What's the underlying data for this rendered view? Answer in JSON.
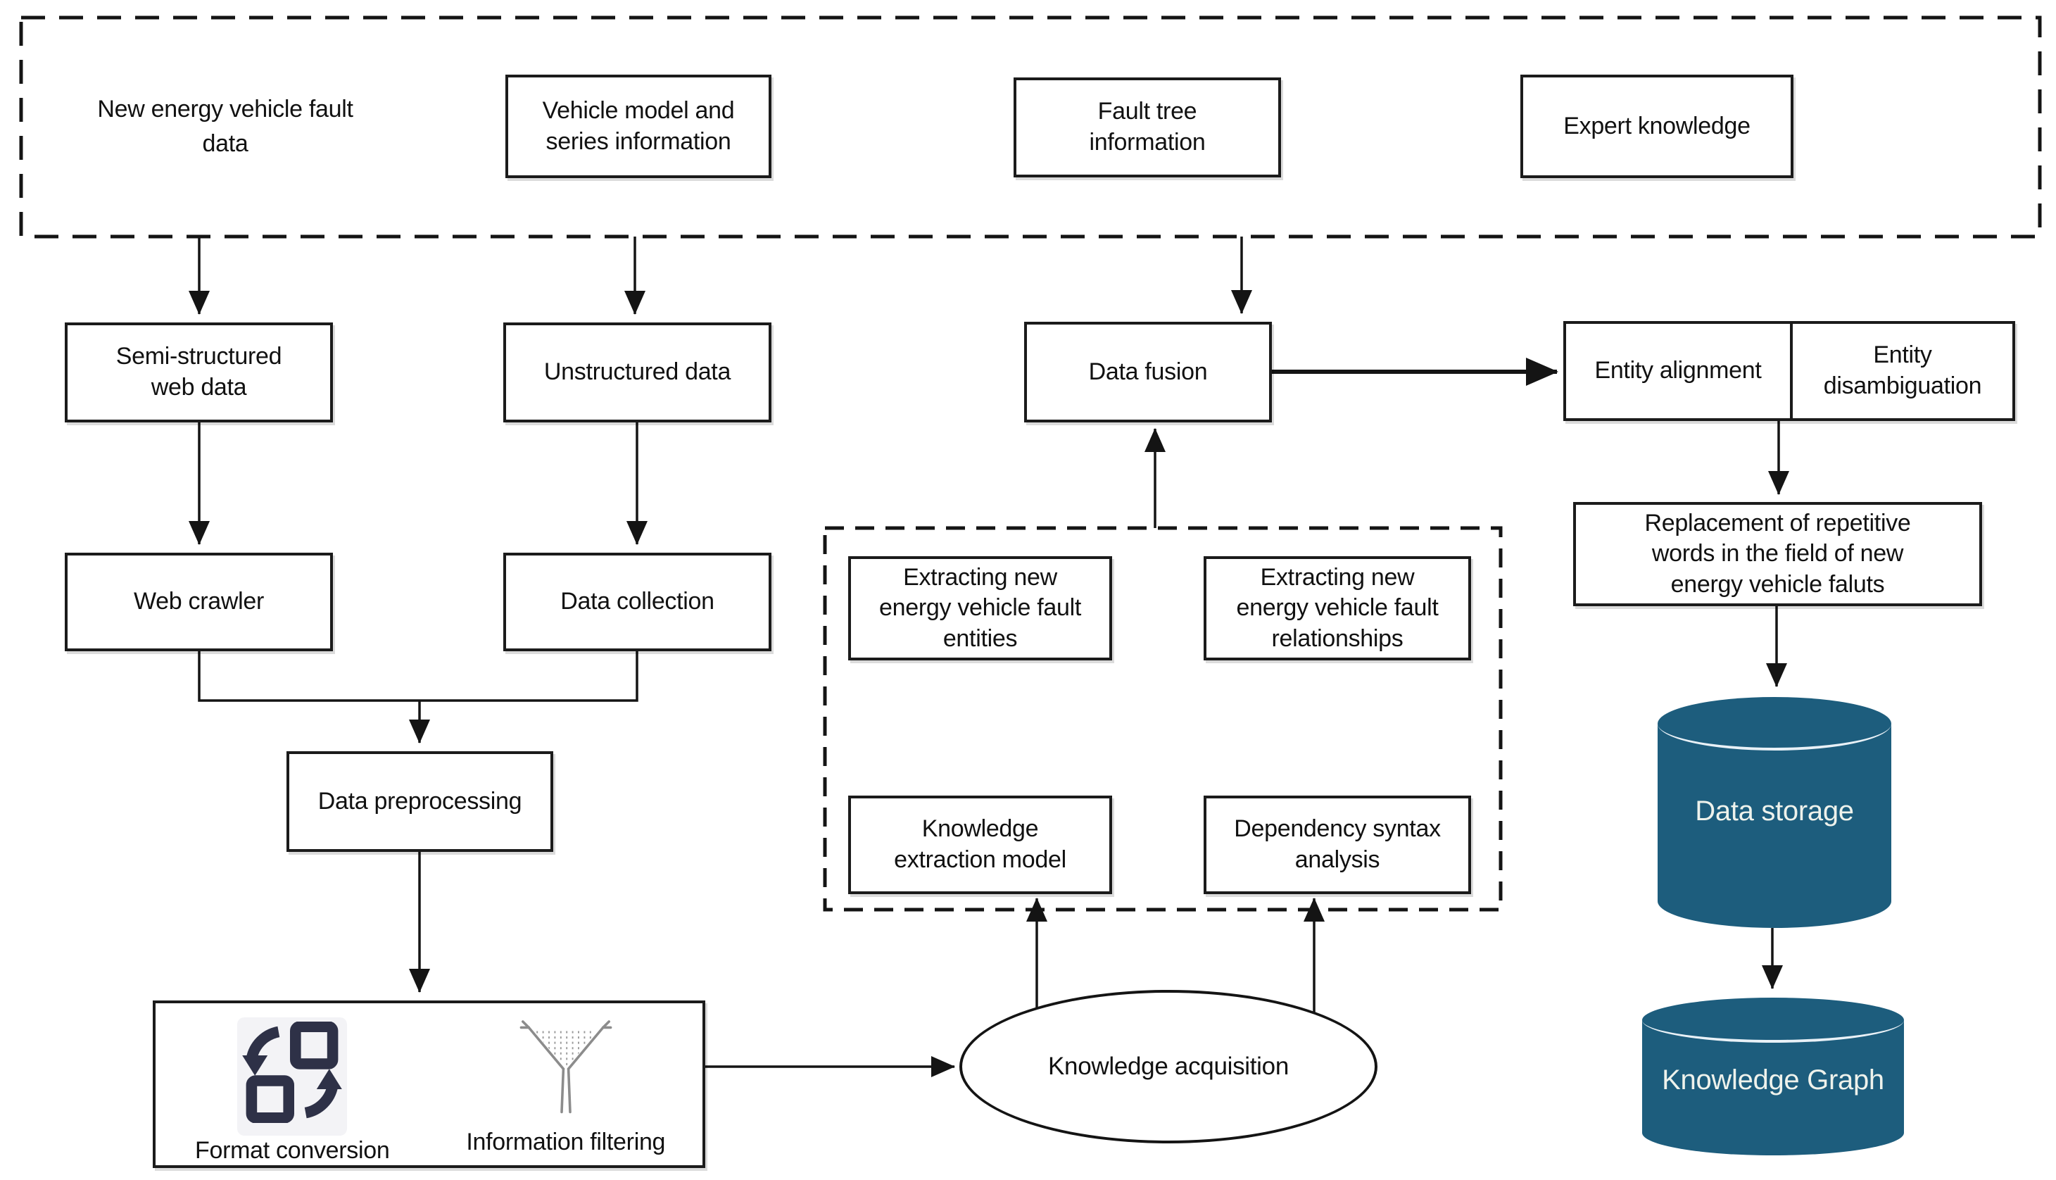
{
  "diagram": {
    "colors": {
      "cylinder_fill": "#1d5d7d",
      "cylinder_rim": "#e9f1f7",
      "cylinder_text": "#eef2ec",
      "convert_icon": "#2e3147",
      "funnel_icon": "#8c8c8c",
      "connector_line": "#141414",
      "box_border": "#1b1b1b"
    },
    "sources_panel": {
      "new_energy_fault_data": "New energy vehicle fault\ndata",
      "vehicle_model": "Vehicle model and\nseries information",
      "fault_tree": "Fault tree\ninformation",
      "expert_knowledge": "Expert knowledge"
    },
    "acquisition": {
      "semi_structured": "Semi-structured\nweb data",
      "unstructured": "Unstructured data",
      "web_crawler": "Web crawler",
      "data_collection": "Data collection",
      "data_preprocessing": "Data preprocessing",
      "format_conversion": "Format conversion",
      "information_filtering": "Information filtering",
      "knowledge_acquisition": "Knowledge acquisition"
    },
    "extraction_panel": {
      "extracting_entities": "Extracting new\nenergy vehicle fault\nentities",
      "extracting_relationships": "Extracting new\nenergy vehicle fault\nrelationships",
      "knowledge_extraction_model": "Knowledge\nextraction model",
      "dependency_syntax_analysis": "Dependency syntax\nanalysis"
    },
    "fusion": {
      "data_fusion": "Data fusion",
      "entity_alignment": "Entity alignment",
      "entity_disambiguation": "Entity\ndisambiguation",
      "replacement": "Replacement of repetitive\nwords in the field of new\nenergy vehicle faluts"
    },
    "storage": {
      "data_storage": "Data storage",
      "knowledge_graph": "Knowledge Graph"
    }
  }
}
